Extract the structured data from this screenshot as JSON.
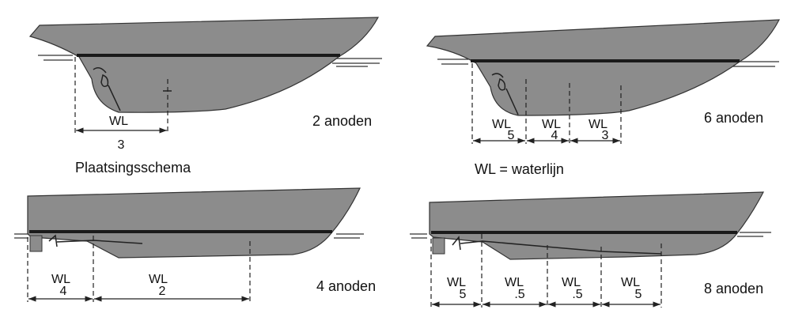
{
  "title": "Plaatsingsschema",
  "legend": "WL = waterlijn",
  "colors": {
    "hull": "#8c8c8c",
    "line": "#1a1a1a",
    "background": "#ffffff"
  },
  "diagrams": [
    {
      "caption": "2 anoden",
      "segments": [
        {
          "label": "WL",
          "value": "3"
        }
      ]
    },
    {
      "caption": "6 anoden",
      "segments": [
        {
          "label": "WL",
          "value": "5"
        },
        {
          "label": "WL",
          "value": "4"
        },
        {
          "label": "WL",
          "value": "3"
        }
      ]
    },
    {
      "caption": "4 anoden",
      "segments": [
        {
          "label": "WL",
          "value": "4"
        },
        {
          "label": "WL",
          "value": "2"
        }
      ]
    },
    {
      "caption": "8 anoden",
      "segments": [
        {
          "label": "WL",
          "value": "5"
        },
        {
          "label": "WL",
          "value": ".5"
        },
        {
          "label": "WL",
          "value": ".5"
        },
        {
          "label": "WL",
          "value": "5"
        }
      ]
    }
  ]
}
